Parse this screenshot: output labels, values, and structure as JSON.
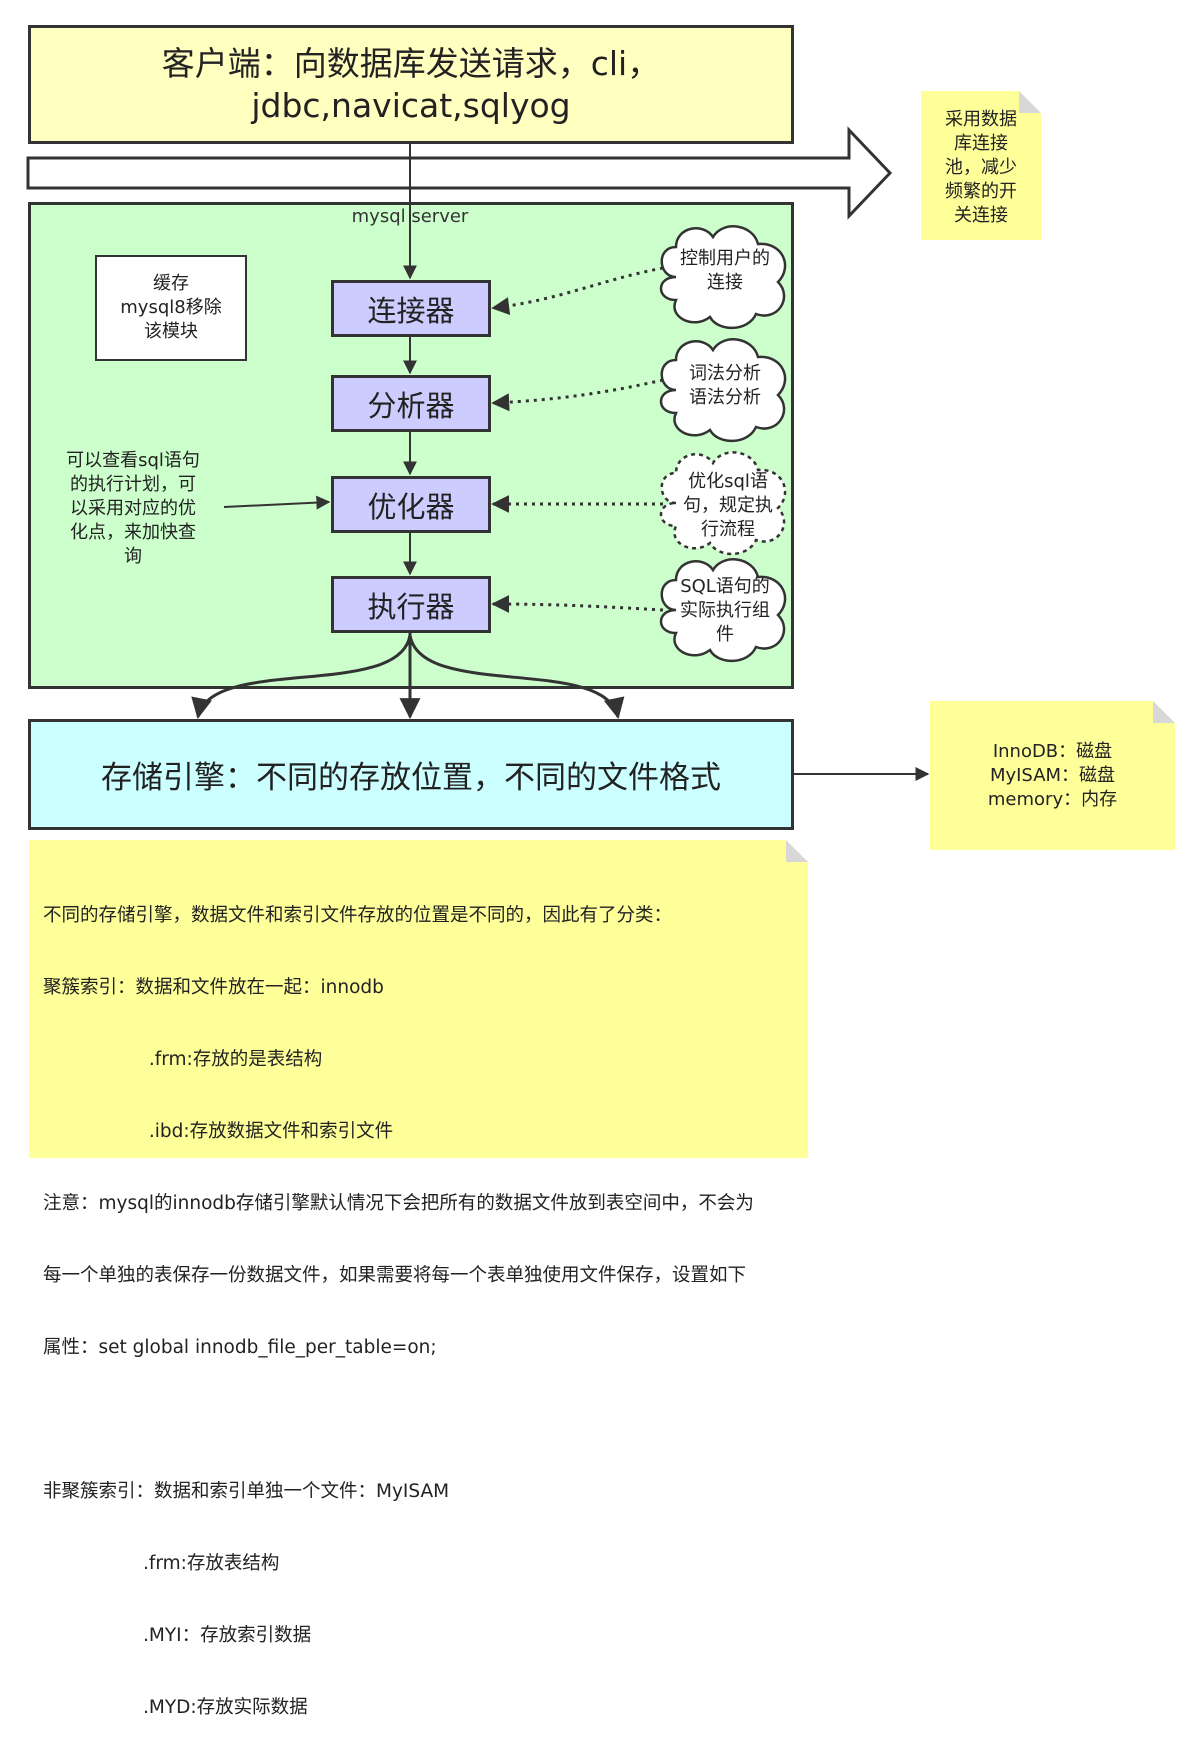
{
  "client": {
    "line1": "客户端：向数据库发送请求，cli，",
    "line2": "jdbc,navicat,sqlyog"
  },
  "server": {
    "label": "mysql server"
  },
  "cache": {
    "line1": "缓存",
    "line2": "mysql8移除",
    "line3": "该模块"
  },
  "stages": [
    {
      "label": "连接器"
    },
    {
      "label": "分析器"
    },
    {
      "label": "优化器"
    },
    {
      "label": "执行器"
    }
  ],
  "clouds": [
    {
      "lines": [
        "控制用户的",
        "连接"
      ]
    },
    {
      "lines": [
        "词法分析",
        "语法分析"
      ]
    },
    {
      "lines": [
        "优化sql语",
        "句，规定执",
        "行流程"
      ]
    },
    {
      "lines": [
        "SQL语句的",
        "实际执行组",
        "件"
      ]
    }
  ],
  "engine": {
    "label": "存储引擎：不同的存放位置，不同的文件格式"
  },
  "notes": {
    "pool": {
      "lines": [
        "采用数据",
        "库连接",
        "池，减少",
        "频繁的开",
        "关连接"
      ]
    },
    "explain": {
      "lines": [
        "可以查看sql语句",
        "的执行计划，可",
        "以采用对应的优",
        "化点，来加快查",
        "询"
      ]
    },
    "storage": {
      "lines": [
        "InnoDB：磁盘",
        "MyISAM：磁盘",
        "memory：内存"
      ]
    },
    "big": {
      "lines": [
        "不同的存储引擎，数据文件和索引文件存放的位置是不同的，因此有了分类：",
        "聚簇索引：数据和文件放在一起：innodb",
        "                  .frm:存放的是表结构",
        "                  .ibd:存放数据文件和索引文件",
        "注意：mysql的innodb存储引擎默认情况下会把所有的数据文件放到表空间中，不会为",
        "每一个单独的表保存一份数据文件，如果需要将每一个表单独使用文件保存，设置如下",
        "属性：set global innodb_file_per_table=on;",
        "",
        "非聚簇索引：数据和索引单独一个文件：MyISAM",
        "                 .frm:存放表结构",
        "                 .MYI：存放索引数据",
        "                 .MYD:存放实际数据"
      ]
    }
  },
  "colors": {
    "client_fill": "#ffffc0",
    "server_fill": "#ccffcc",
    "stage_fill": "#ccccff",
    "engine_fill": "#ccffff",
    "note_fill": "#ffff99",
    "stroke": "#333333"
  }
}
